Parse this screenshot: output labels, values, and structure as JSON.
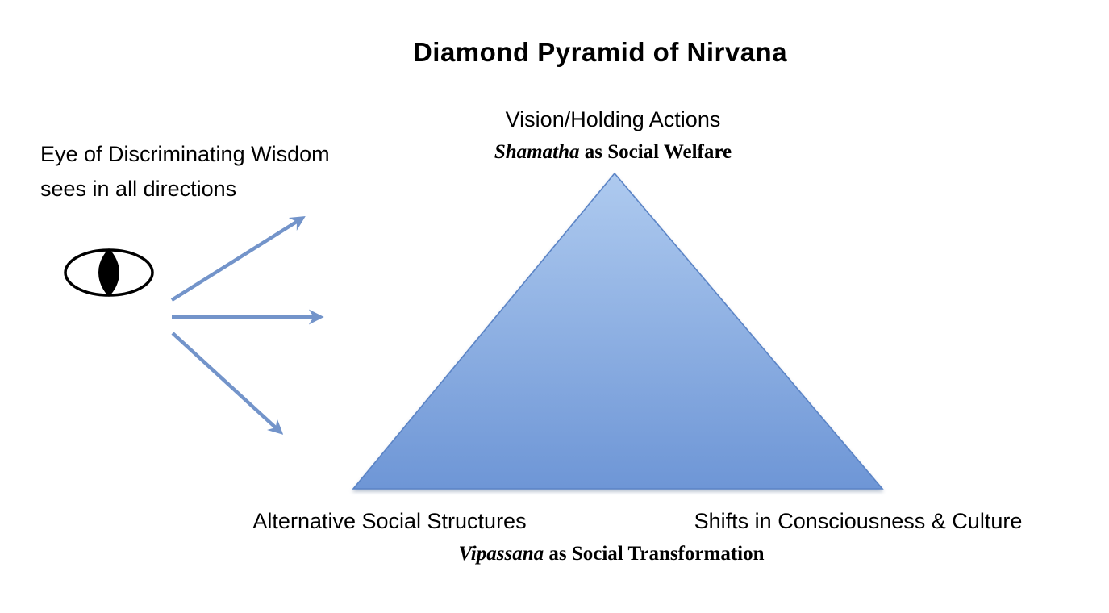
{
  "title": "Diamond Pyramid of Nirvana",
  "pyramid": {
    "top_label": "Vision/Holding Actions",
    "top_sub_italic": "Shamatha",
    "top_sub_rest": " as Social Welfare",
    "bottom_left_label": "Alternative Social Structures",
    "bottom_right_label": "Shifts in Consciousness & Culture",
    "bottom_center_italic": "Vipassana",
    "bottom_center_rest": " as Social Transformation"
  },
  "eye": {
    "caption_line1": "Eye of Discriminating Wisdom",
    "caption_line2": "sees in all directions"
  },
  "icons": {
    "eye": "eye-icon",
    "arrows": [
      "arrow-up-right-icon",
      "arrow-right-icon",
      "arrow-down-right-icon"
    ]
  },
  "colors": {
    "arrow": "#7394CA",
    "pyramid_top": "#AECAEF",
    "pyramid_bottom": "#6E96D6",
    "pyramid_border": "#5B84C6",
    "eye_outline": "#000000",
    "eye_pupil": "#000000",
    "text": "#000000"
  }
}
